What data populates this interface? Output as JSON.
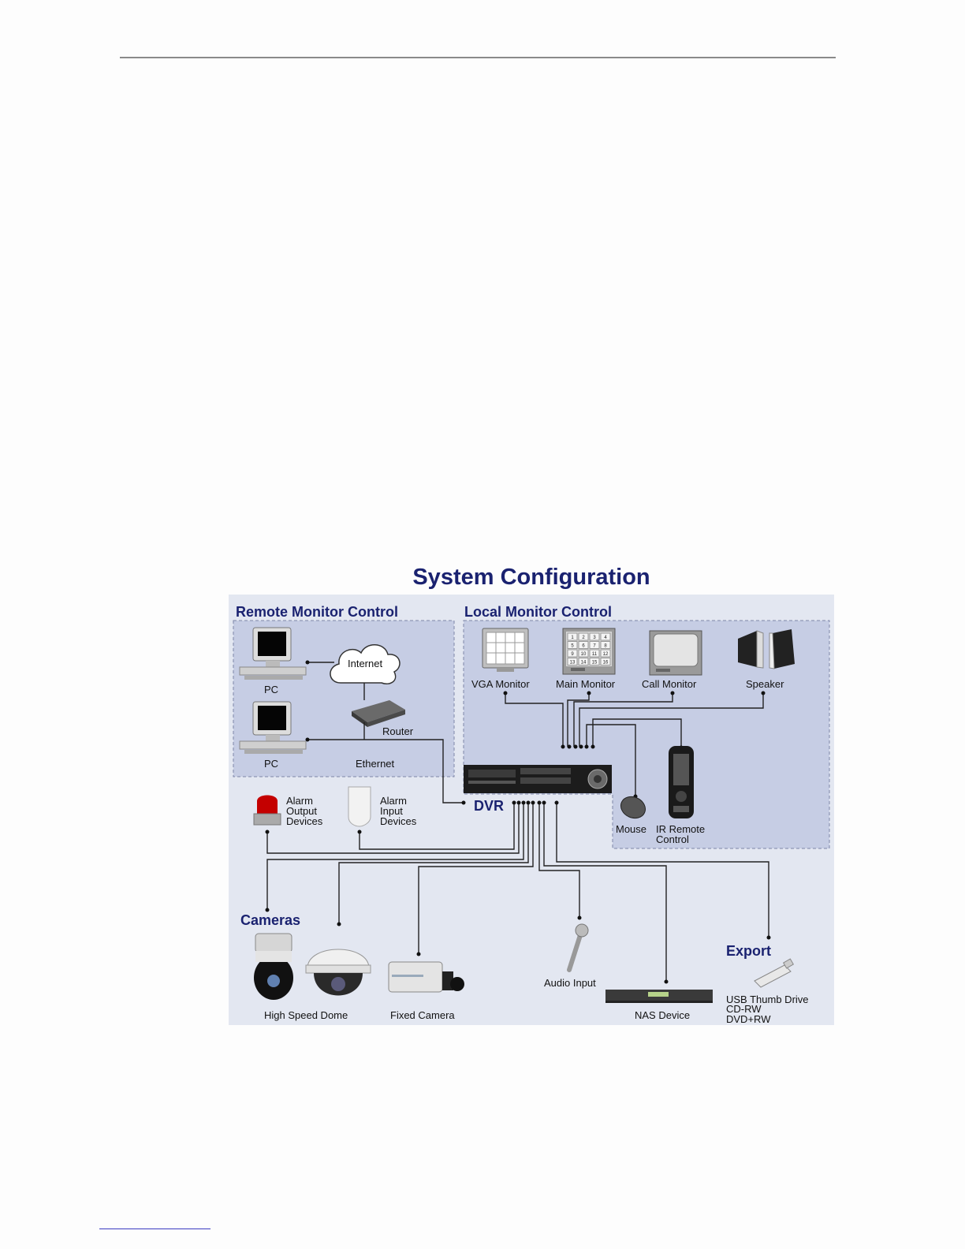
{
  "title": "System Configuration",
  "sections": {
    "remote": "Remote Monitor Control",
    "local": "Local Monitor Control",
    "cameras": "Cameras",
    "export": "Export"
  },
  "labels": {
    "pc_top": "PC",
    "pc_bottom": "PC",
    "internet": "Internet",
    "router": "Router",
    "ethernet": "Ethernet",
    "vga_monitor": "VGA Monitor",
    "main_monitor": "Main Monitor",
    "call_monitor": "Call Monitor",
    "speaker": "Speaker",
    "dvr": "DVR",
    "mouse": "Mouse",
    "ir_remote_1": "IR Remote",
    "ir_remote_2": "Control",
    "alarm_out_1": "Alarm",
    "alarm_out_2": "Output",
    "alarm_out_3": "Devices",
    "alarm_in_1": "Alarm",
    "alarm_in_2": "Input",
    "alarm_in_3": "Devices",
    "high_speed_dome": "High Speed Dome",
    "fixed_camera": "Fixed Camera",
    "audio_input": "Audio Input",
    "nas_device": "NAS Device",
    "export_1": "USB Thumb Drive",
    "export_2": "CD-RW",
    "export_3": "DVD+RW"
  },
  "main_monitor_grid": [
    "1",
    "2",
    "3",
    "4",
    "5",
    "6",
    "7",
    "8",
    "9",
    "10",
    "11",
    "12",
    "13",
    "14",
    "15",
    "16"
  ],
  "colors": {
    "panel_bg": "#e3e7f1",
    "zone_bg": "#c6cde4",
    "header": "#1a2270",
    "wire": "#222222"
  }
}
